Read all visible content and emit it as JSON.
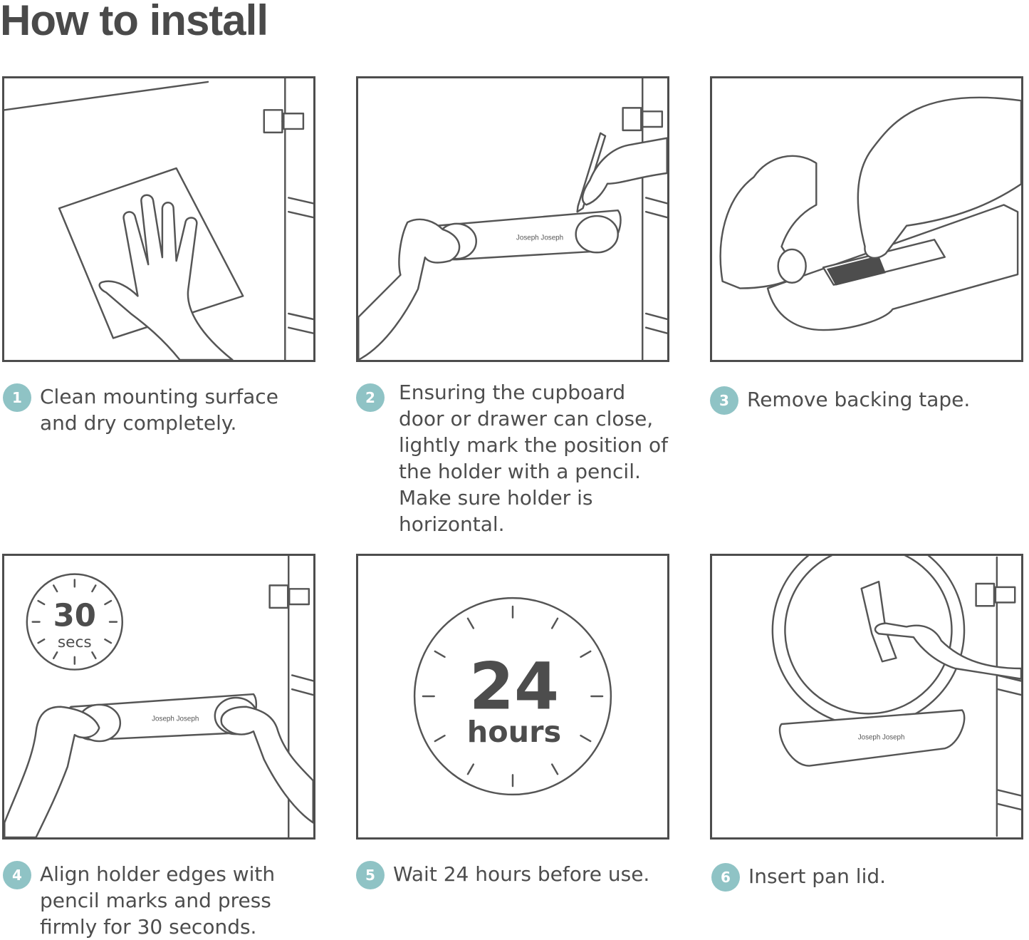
{
  "page": {
    "title": "How to install"
  },
  "steps": [
    {
      "number": "1",
      "text": "Clean mounting surface and dry completely."
    },
    {
      "number": "2",
      "text": "Ensuring the cupboard door or drawer can close, lightly mark the position of the holder with a pencil. Make sure holder is horizontal."
    },
    {
      "number": "3",
      "text": "Remove backing tape."
    },
    {
      "number": "4",
      "text": "Align holder edges with pencil marks and press firmly for 30 seconds."
    },
    {
      "number": "5",
      "text": "Wait 24 hours before use."
    },
    {
      "number": "6",
      "text": "Insert pan lid."
    }
  ],
  "timers": {
    "short": {
      "value": "30",
      "unit": "secs"
    },
    "long": {
      "value": "24",
      "unit": "hours"
    }
  },
  "brand": {
    "logo_text": "Joseph Joseph"
  },
  "colors": {
    "badge": "#8fc3c5",
    "line": "#4d4d4d",
    "text": "#4d4d4d",
    "tape": "#4d4d4d"
  },
  "icons": [
    "hinge-icon",
    "hand-icon",
    "cloth-icon",
    "pencil-icon",
    "holder-icon",
    "stopwatch-icon",
    "clock-icon",
    "pan-lid-icon"
  ]
}
